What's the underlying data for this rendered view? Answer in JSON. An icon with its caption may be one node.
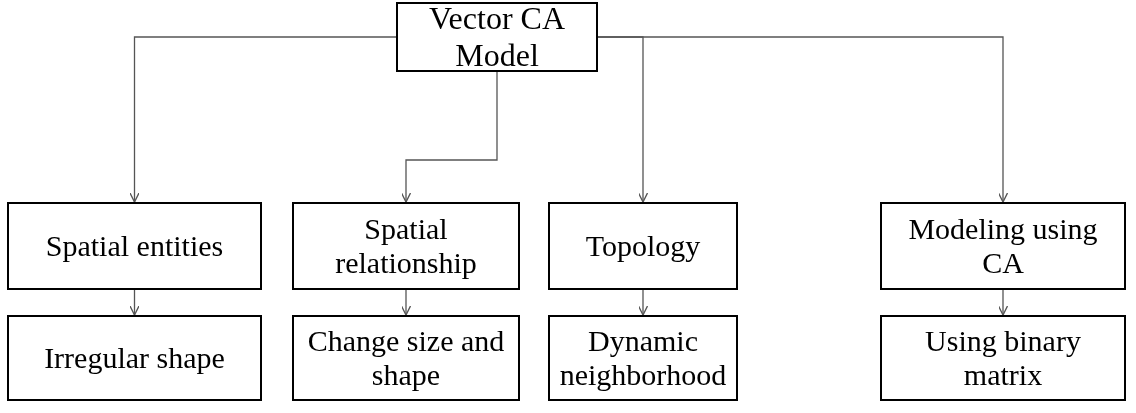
{
  "diagram": {
    "nodes": [
      {
        "text": [
          "Vector CA Model"
        ]
      },
      {
        "text": [
          "Spatial entities"
        ]
      },
      {
        "text": [
          "Spatial relationship"
        ]
      },
      {
        "text": [
          "Topology"
        ]
      },
      {
        "text": [
          "Modeling using CA"
        ]
      },
      {
        "text": [
          "Irregular shape"
        ]
      },
      {
        "text": [
          "Change size and shape"
        ]
      },
      {
        "text": [
          "Dynamic neighborhood"
        ]
      },
      {
        "text": [
          "Using binary matrix"
        ]
      }
    ],
    "edges": [
      {
        "from": 0,
        "to": 1,
        "arrow": "to"
      },
      {
        "from": 0,
        "to": 2,
        "arrow": "to"
      },
      {
        "from": 0,
        "to": 3,
        "arrow": "to"
      },
      {
        "from": 0,
        "to": 4,
        "arrow": "to"
      },
      {
        "from": 1,
        "to": 5,
        "arrow": "to"
      },
      {
        "from": 2,
        "to": 6,
        "arrow": "to"
      },
      {
        "from": 3,
        "to": 7,
        "arrow": "to"
      },
      {
        "from": 4,
        "to": 8,
        "arrow": "to"
      }
    ]
  }
}
